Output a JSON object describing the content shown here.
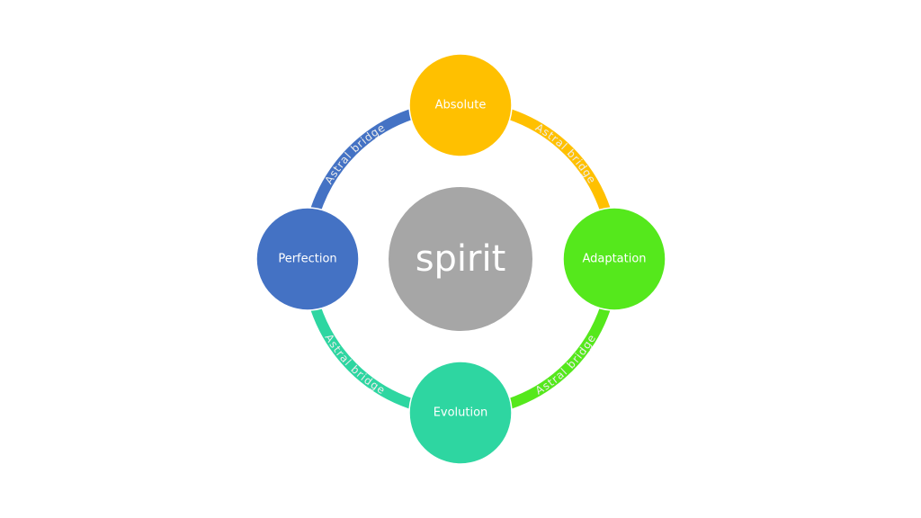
{
  "center": {
    "label": "spirit",
    "color": "#A6A6A6"
  },
  "nodes": [
    {
      "label": "Absolute",
      "color": "#FFC000"
    },
    {
      "label": "Adaptation",
      "color": "#55E81C"
    },
    {
      "label": "Evolution",
      "color": "#2ED6A1"
    },
    {
      "label": "Perfection",
      "color": "#4472C4"
    }
  ],
  "connectors": [
    {
      "label": "Astral bridge",
      "color": "#4472C4"
    },
    {
      "label": "Astral bridge",
      "color": "#FFC000"
    },
    {
      "label": "Astral bridge",
      "color": "#55E81C"
    },
    {
      "label": "Astral bridge",
      "color": "#2ED6A1"
    }
  ]
}
